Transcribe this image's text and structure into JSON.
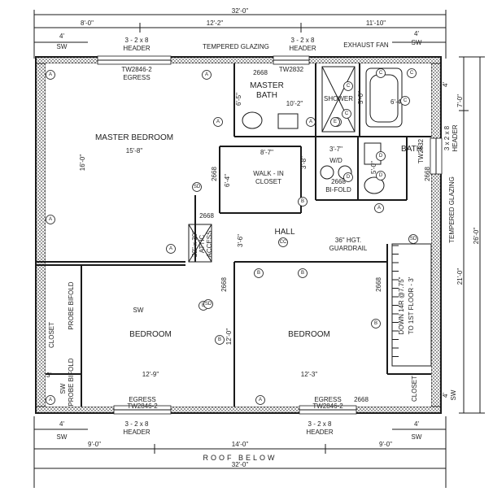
{
  "top_dims": {
    "overall": "32'-0\"",
    "left": "8'-0\"",
    "mid": "12'-2\"",
    "right": "11'-10\"",
    "sw_left": "4'",
    "sw_left_label": "SW",
    "sw_right": "4'",
    "sw_right_label": "SW"
  },
  "header_notes": {
    "top_left": "3 - 2 x 8",
    "top_left_sub": "HEADER",
    "top_right": "3 - 2 x 8",
    "top_right_sub": "HEADER",
    "bottom_left": "3 - 2 x 8",
    "bottom_left_sub": "HEADER",
    "bottom_right": "3 - 2 x 8",
    "bottom_right_sub": "HEADER",
    "right_side": "3 x 2 x 8",
    "right_side_sub": "HEADER"
  },
  "notes": {
    "tempered_glazing_top": "TEMPERED GLAZING",
    "exhaust_fan": "EXHAUST FAN",
    "tempered_glazing_right": "TEMPERED GLAZING",
    "guardrail": "36\" HGT.",
    "guardrail_sub": "GUARDRAIL",
    "stair": "DOWN 14R @7.75\"",
    "stair_sub": "TO 1ST FLOOR - 3'",
    "attic": "22\" x 30\"",
    "attic_sub": "ATTIC",
    "attic_sub2": "ACCESS",
    "roof_below": "ROOF  BELOW"
  },
  "windows": {
    "mb_top_code": "TW2846-2",
    "mb_top_egress": "EGRESS",
    "bath_top_code": "TW2832",
    "bath_side_code": "TW2832",
    "bed1_code": "TW2846-2",
    "bed1_egress": "EGRESS",
    "bed2_code": "TW2846-2",
    "bed2_egress": "EGRESS"
  },
  "rooms": {
    "master_bedroom": "MASTER BEDROOM",
    "master_bedroom_dim": "15'-8\"",
    "master_bedroom_depth": "16'-0\"",
    "master_bath": "MASTER",
    "master_bath_sub": "BATH",
    "master_bath_dim": "10'-2\"",
    "shower": "SHOWER",
    "bath": "BATH",
    "walk_in": "WALK - IN",
    "walk_in_sub": "CLOSET",
    "walk_in_dim": "8'-7\"",
    "wd": "W/D",
    "wd_dim": "3'-7\"",
    "bifold": "2668",
    "bifold_sub": "BI-FOLD",
    "hall": "HALL",
    "bedroom1": "BEDROOM",
    "bedroom1_dim": "12'-9\"",
    "bedroom2": "BEDROOM",
    "bedroom2_dim": "12'-3\"",
    "closet_left": "CLOSET",
    "closet_right": "CLOSET",
    "sw_label": "SW",
    "bifold_left": "PROBE BIFOLD",
    "bifold_left2": "PROBE BIFOLD"
  },
  "door_codes": {
    "d1": "2668",
    "d2": "2668",
    "d3": "2668",
    "d4": "2668",
    "d5": "2668",
    "d6": "2668",
    "d7": "2668"
  },
  "side_dims": {
    "right_top": "4'",
    "right_7": "7'-0\"",
    "right_26": "26'-0\"",
    "right_21": "21'-0\"",
    "right_bottom": "4'",
    "right_sw": "SW",
    "left_sw": "SW",
    "left_3": "3'",
    "hall_w": "3'-6\"",
    "hall_h": "12'-0\"",
    "bath_w": "6'-4\"",
    "shower_w": "5'-0\"",
    "tub_w": "5'-0\"",
    "mb_w": "6'-5\"",
    "wic_w": "6'-4\"",
    "wic_h": "3'-8\""
  },
  "bottom_dims": {
    "overall": "32'-0\"",
    "left": "9'-0\"",
    "mid": "14'-0\"",
    "right": "9'-0\"",
    "sw_left": "4'",
    "sw_left_label": "SW",
    "sw_right": "4'",
    "sw_right_label": "SW"
  },
  "tags": {
    "a": "A",
    "b": "B",
    "c": "C",
    "d": "D",
    "e": "E",
    "sd": "SD",
    "cc": "CC"
  }
}
